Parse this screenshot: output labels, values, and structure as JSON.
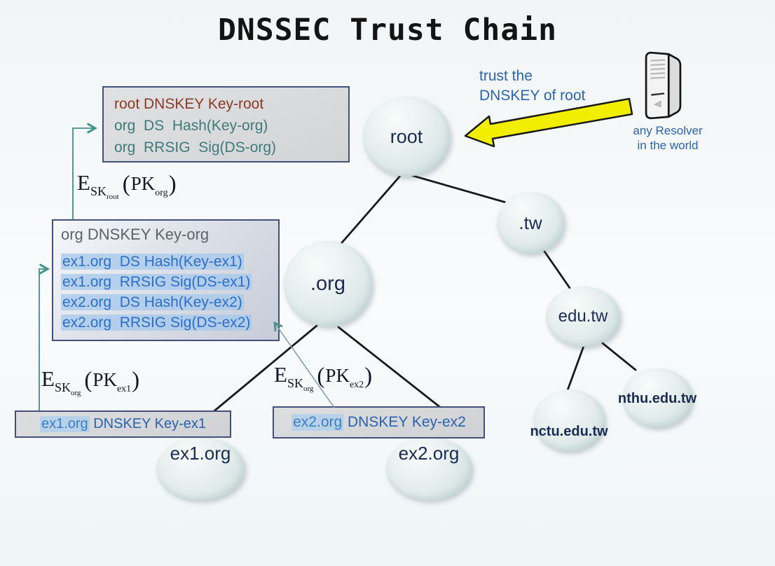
{
  "title": "DNSSEC Trust Chain",
  "nodes": [
    {
      "id": "root",
      "label": "root"
    },
    {
      "id": "tw",
      "label": ".tw"
    },
    {
      "id": "org",
      "label": ".org"
    },
    {
      "id": "edu-tw",
      "label": "edu.tw"
    },
    {
      "id": "nctu-edu-tw",
      "label": "nctu.edu.tw"
    },
    {
      "id": "nthu-edu-tw",
      "label": "nthu.edu.tw"
    },
    {
      "id": "ex1-org",
      "label": "ex1.org"
    },
    {
      "id": "ex2-org",
      "label": "ex2.org"
    }
  ],
  "boxes": {
    "root_box": {
      "title_row": "root DNSKEY Key-root",
      "rows": [
        "org  DS  Hash(Key-org)",
        "org  RRSIG  Sig(DS-org)"
      ]
    },
    "org_box": {
      "header": "org DNSKEY Key-org",
      "rows": [
        "ex1.org  DS Hash(Key-ex1)",
        "ex1.org  RRSIG Sig(DS-ex1)",
        "ex2.org  DS Hash(Key-ex2)",
        "ex2.org  RRSIG Sig(DS-ex2)"
      ]
    },
    "ex1_box": {
      "name": "ex1.org",
      "rest": " DNSKEY Key-ex1"
    },
    "ex2_box": {
      "name": "ex2.org",
      "rest": " DNSKEY Key-ex2"
    }
  },
  "formulas": [
    {
      "e": "E",
      "sk": "SK",
      "sk_sub": "root",
      "open": "(",
      "pk": "PK",
      "pk_sub": "org",
      "close": ")"
    },
    {
      "e": "E",
      "sk": "SK",
      "sk_sub": "org",
      "open": "(",
      "pk": "PK",
      "pk_sub": "ex1",
      "close": ")"
    },
    {
      "e": "E",
      "sk": "SK",
      "sk_sub": "org",
      "open": "(",
      "pk": "PK",
      "pk_sub": "ex2",
      "close": ")"
    }
  ],
  "annotations": {
    "trust_line1": "trust the",
    "trust_line2": "DNSKEY of root",
    "resolver_line1": "any Resolver",
    "resolver_line2": "in the world"
  },
  "colors": {
    "background": "#f3f6f7",
    "box_fill": "#d6d8db",
    "box_border": "#44507a",
    "node_fill": "#dde8e8",
    "node_label": "#1c2b52",
    "record_blue": "#2b6fc8",
    "record_teal": "#3f7a7a",
    "record_darkred": "#8b3a26",
    "highlight_blue": "#b5cde9",
    "arrow_teal": "#3e9488",
    "arrow_yellow": "#f2ee00",
    "annotation_blue": "#2a64b0",
    "edge_black": "#1a1a1a"
  }
}
